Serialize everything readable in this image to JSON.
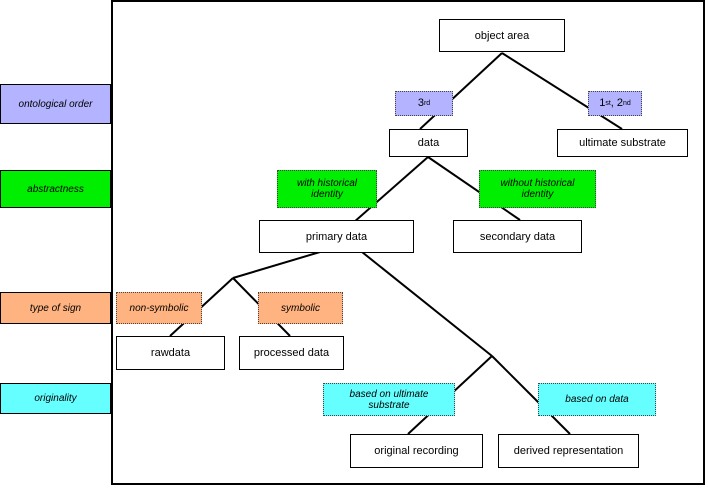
{
  "colors": {
    "ontological": "#b3b3ff",
    "abstractness": "#00ee00",
    "sign": "#ffb380",
    "originality": "#66ffff"
  },
  "side_labels": {
    "ontological": "ontological order",
    "abstractness": "abstractness",
    "sign": "type of sign",
    "originality": "originality"
  },
  "nodes": {
    "object_area": "object area",
    "data": "data",
    "ultimate_substrate": "ultimate substrate",
    "primary_data": "primary data",
    "secondary_data": "secondary data",
    "rawdata": "rawdata",
    "processed_data": "processed data",
    "original_recording": "original recording",
    "derived_representation": "derived representation"
  },
  "tags": {
    "third_base": "3",
    "third_sup": "rd",
    "first_base": "1",
    "first_sup": "st",
    "first_sep": ", 2",
    "second_sup": "nd",
    "with_identity": "with historical identity",
    "without_identity": "without historical identity",
    "non_symbolic": "non-symbolic",
    "symbolic": "symbolic",
    "based_substrate": "based on ultimate substrate",
    "based_data": "based on data"
  }
}
